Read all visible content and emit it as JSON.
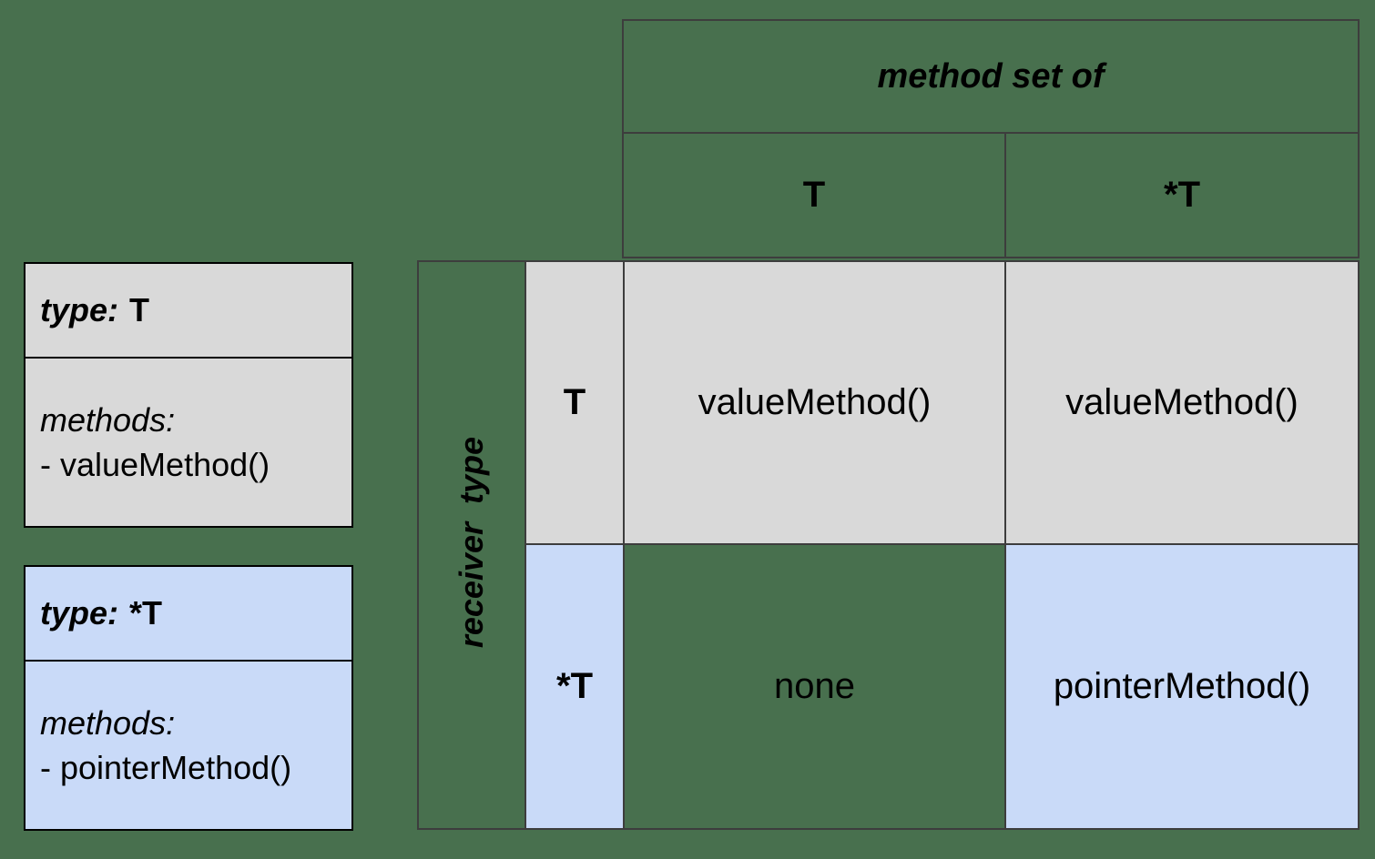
{
  "colors": {
    "bg": "#48704e",
    "gray": "#d9d9d9",
    "blue": "#c9daf8",
    "line": "#3d3d3d",
    "box-line": "#000000",
    "text": "#000000"
  },
  "type_boxes": [
    {
      "keyword": "type:",
      "type_name": "T",
      "methods_label": "methods:",
      "method_item": "- valueMethod()",
      "fill": "#d9d9d9"
    },
    {
      "keyword": "type:",
      "type_name": "*T",
      "methods_label": "methods:",
      "method_item": "- pointerMethod()",
      "fill": "#c9daf8"
    }
  ],
  "matrix": {
    "title": "method set of",
    "row_axis_label": "receiver  type",
    "col_headers": [
      "T",
      "*T"
    ],
    "row_headers": [
      "T",
      "*T"
    ],
    "cells": [
      [
        "valueMethod()",
        "valueMethod()"
      ],
      [
        "none",
        "pointerMethod()"
      ]
    ]
  }
}
